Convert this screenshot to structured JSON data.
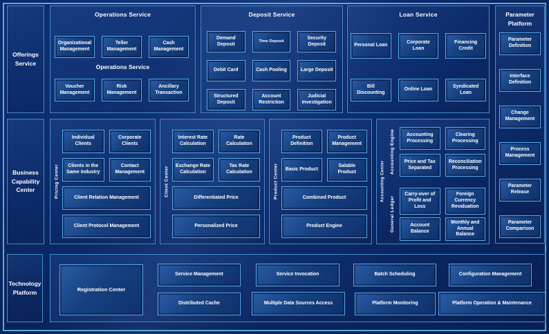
{
  "sections": {
    "offerings": {
      "label": "Offerings Service"
    },
    "operations": {
      "title": "Operations Service",
      "subtitle": "Operations Service",
      "boxes": [
        "Organizational Management",
        "Teller Management",
        "Cash Management",
        "Voucher Management",
        "Risk Management",
        "Ancillary Transaction"
      ]
    },
    "deposit": {
      "title": "Deposit Service",
      "boxes": [
        "Demand Deposit",
        "Time Deposit",
        "Security Deposit",
        "Debit Card",
        "Cash Pooling",
        "Large Deposit",
        "Structured Deposit",
        "Account Restriction",
        "Judicial Investigation"
      ]
    },
    "loan": {
      "title": "Loan Service",
      "boxes": [
        "Personal Loan",
        "Corporate Loan",
        "Financing Credit",
        "Bill Discounting",
        "Online Loan",
        "Syndicated Loan"
      ]
    },
    "parameter": {
      "title": "Parameter Platform",
      "boxes": [
        "Parameter Definition",
        "Interface Definition",
        "Change Management",
        "Process Management",
        "Parameter Release",
        "Parameter Comparison"
      ]
    },
    "capability": {
      "label": "Business Capability Center"
    },
    "pricing": {
      "label": "Pricing Center",
      "boxes": [
        "Individual Clients",
        "Corporate Clients",
        "Clients in the Same Industry",
        "Contact Management",
        "Client Relation Management",
        "Client Protocol Management"
      ]
    },
    "client": {
      "label": "Client Center",
      "boxes": [
        "Interest Rate Calculation",
        "Rate Calculation",
        "Exchange Rate Calculation",
        "Tax Rate Calculation",
        "Differentiated Price",
        "Personalized Price"
      ]
    },
    "product": {
      "label": "Product Center",
      "boxes": [
        "Product Definition",
        "Product Management",
        "Basic Product",
        "Salable Product",
        "Combined Product",
        "Product Engine"
      ]
    },
    "accounting": {
      "label": "Accounting Center",
      "engine": {
        "label": "Accounting Engine",
        "boxes": [
          "Accounting Processing",
          "Clearing Processing",
          "Price and Tax Separated",
          "Reconciliation Processing"
        ]
      },
      "ledger": {
        "label": "General Ledger",
        "boxes": [
          "Carry-over of Profit and Loss",
          "Foreign Currency Revaluation",
          "Account Balance",
          "Monthly and Annual Balance"
        ]
      }
    },
    "technology": {
      "label": "Technology Platform"
    },
    "bottom": {
      "boxes": [
        "Registration Center",
        "Service Management",
        "Distributed Cache",
        "Service Invocation",
        "Multiple Data Sources Access",
        "Batch Scheduling",
        "Platform Monitoring",
        "Configuration Management",
        "Platform Operation & Maintenance"
      ]
    }
  },
  "colors": {
    "background": "#0a2766",
    "frame": "#5fa8e2",
    "panel_border": "#4792d4",
    "box_border": "#58aae9",
    "text": "#ffffff"
  }
}
